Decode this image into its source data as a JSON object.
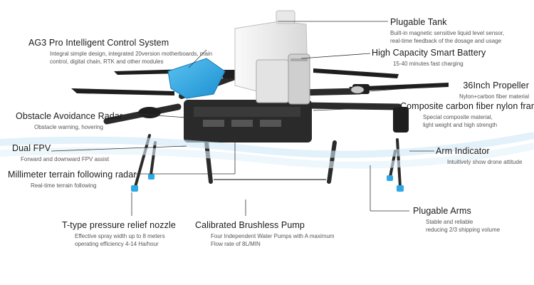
{
  "callouts": {
    "tank": {
      "title": "Plugable Tank",
      "desc": [
        "Built-in magnetic sensitive liquid level sensor,",
        "real-time feedback of the dosage and usage"
      ]
    },
    "control": {
      "title": "AG3 Pro Intelligent Control System",
      "desc": [
        "Integral simple design, integrated 20version motherboards, main",
        "control, digital chain, RTK and other modules"
      ]
    },
    "battery": {
      "title": "High Capacity Smart Battery",
      "desc": [
        "15-40 minutes fast charging"
      ]
    },
    "propeller": {
      "title": "36Inch Propeller",
      "desc": [
        "Nylon+carbon fiber material"
      ]
    },
    "frame": {
      "title": "Composite carbon fiber nylon frame",
      "desc": [
        "Special composite material,",
        "light weight and high strength"
      ]
    },
    "obstacle": {
      "title": "Obstacle Avoidance Radar",
      "desc": [
        "Obstacle warning, hovering"
      ]
    },
    "fpv": {
      "title": "Dual FPV",
      "desc": [
        "Forward and downward FPV assist"
      ]
    },
    "arm_ind": {
      "title": "Arm Indicator",
      "desc": [
        "Intuitively show drone attitude"
      ]
    },
    "terrain": {
      "title": "Millimeter terrain following radar",
      "desc": [
        "Real-time terrain following"
      ]
    },
    "arms": {
      "title": "Plugable Arms",
      "desc": [
        "Stable and reliable",
        "reducing 2/3 shipping volume"
      ]
    },
    "nozzle": {
      "title": "T-type pressure relief nozzle",
      "desc": [
        "Effective spray width up to 8 meters",
        "operating efficiency 4-14 Ha/hour"
      ]
    },
    "pump": {
      "title": "Calibrated Brushless Pump",
      "desc": [
        "Four Independent Water Pumps with A maximum",
        "Flow rate of 8L/MIN"
      ]
    }
  },
  "colors": {
    "accent": "#2ea8e6",
    "frame": "#2b2b2b",
    "tank": "#f4f4f4",
    "line": "#333333"
  }
}
